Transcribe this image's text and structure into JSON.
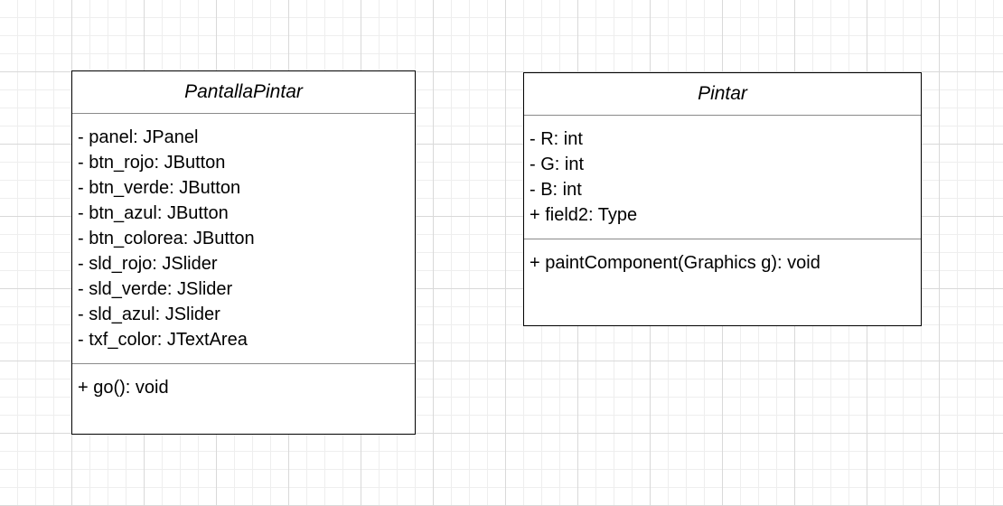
{
  "classes": [
    {
      "name": "PantallaPintar",
      "attributes": [
        "- panel: JPanel",
        "- btn_rojo: JButton",
        "- btn_verde: JButton",
        "- btn_azul: JButton",
        "- btn_colorea: JButton",
        "- sld_rojo: JSlider",
        "- sld_verde: JSlider",
        "- sld_azul: JSlider",
        "- txf_color: JTextArea"
      ],
      "methods": [
        "+ go(): void"
      ]
    },
    {
      "name": "Pintar",
      "attributes": [
        "- R: int",
        "- G: int",
        "- B: int",
        "+ field2: Type"
      ],
      "methods": [
        "+ paintComponent(Graphics g): void"
      ]
    }
  ]
}
